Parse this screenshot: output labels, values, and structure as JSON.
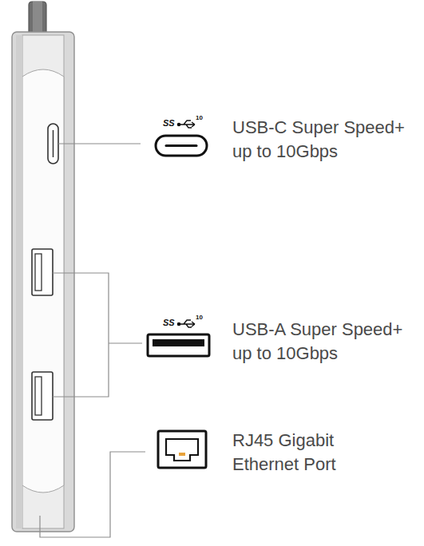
{
  "diagram": {
    "labels": [
      "SS",
      "10",
      "USB-C Super Speed+ up to 10Gbps",
      "SS",
      "10",
      "USB-A Super Speed+ up to 10Gbps",
      "RJ45 Gigabit Ethernet Port"
    ]
  }
}
